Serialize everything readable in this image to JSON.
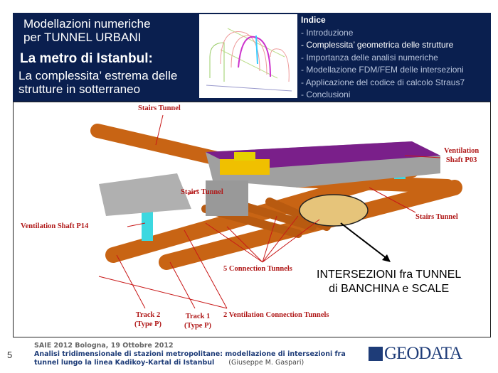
{
  "header": {
    "title_line1": "Modellazioni numeriche",
    "title_line2": "per TUNNEL URBANI",
    "subtitle": "La metro di Istanbul:",
    "desc_line1": "La complessita’ estrema delle",
    "desc_line2": "strutture in sotterraneo"
  },
  "index": {
    "heading": "Indice",
    "items": [
      "- Introduzione",
      "- Complessita’ geometrica delle strutture",
      "- Importanza delle analisi numeriche",
      "- Modellazione FDM/FEM delle intersezioni",
      "- Applicazione del codice di calcolo Straus7",
      "- Conclusioni"
    ]
  },
  "labels": {
    "stairs_top": "Stairs Tunnel",
    "stairs_mid": "Stairs Tunnel",
    "stairs_right": "Stairs Tunnel",
    "vent_p03_1": "Ventilation",
    "vent_p03_2": "Shaft P03",
    "vent_p14": "Ventilation Shaft P14",
    "connection": "5 Connection Tunnels",
    "vent_conn": "2 Ventilation Connection Tunnels",
    "track2_1": "Track 2",
    "track2_2": "(Type P)",
    "track1_1": "Track 1",
    "track1_2": "(Type P)"
  },
  "callout": {
    "line1": "INTERSEZIONI fra TUNNEL",
    "line2": "di BANCHINA e SCALE"
  },
  "footer": {
    "event": "SAIE 2012 Bologna, 19 Ottobre 2012",
    "title1": "Analisi tridimensionale di stazioni metropolitane: modellazione di intersezioni fra",
    "title2": "tunnel lungo la linea Kadikoy-Kartal di Istanbul",
    "author": "(Giuseppe M. Gaspari)",
    "page": "5",
    "logo": "GEODATA"
  }
}
